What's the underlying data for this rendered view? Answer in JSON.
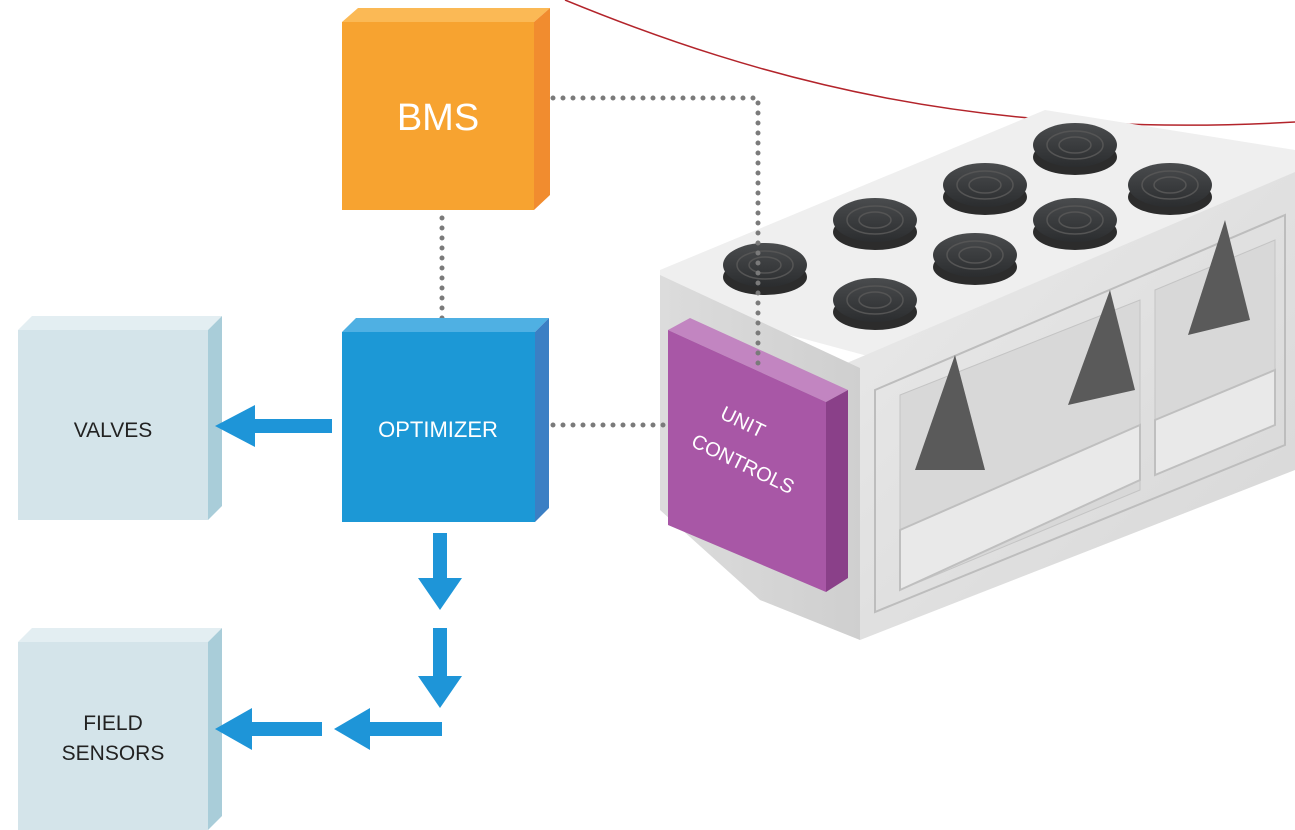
{
  "diagram": {
    "nodes": {
      "bms": {
        "lines": [
          "BMS"
        ]
      },
      "optimizer": {
        "lines": [
          "OPTIMIZER"
        ]
      },
      "valves": {
        "lines": [
          "VALVES"
        ]
      },
      "field_sensors": {
        "lines": [
          "FIELD",
          "SENSORS"
        ]
      },
      "unit_controls": {
        "lines": [
          "UNIT",
          "CONTROLS"
        ]
      }
    },
    "connections": [
      {
        "from": "bms",
        "to": "unit_controls",
        "style": "dotted"
      },
      {
        "from": "bms",
        "to": "optimizer",
        "style": "dotted"
      },
      {
        "from": "optimizer",
        "to": "unit_controls",
        "style": "dotted"
      },
      {
        "from": "optimizer",
        "to": "valves",
        "style": "arrow"
      },
      {
        "from": "optimizer",
        "to": "field_sensors",
        "style": "arrow"
      }
    ],
    "colors": {
      "bms": "#F7A330",
      "optimizer": "#1C98D6",
      "peripheral": "#D4E4EA",
      "unit_controls": "#A857A6",
      "arrow": "#1E95D8",
      "dotted": "#7A7A7A",
      "curve": "#B3242B",
      "chiller_body": "#E4E4E4"
    },
    "illustration": {
      "subject": "air-cooled chiller unit with eight fans",
      "fan_count": 8
    }
  }
}
